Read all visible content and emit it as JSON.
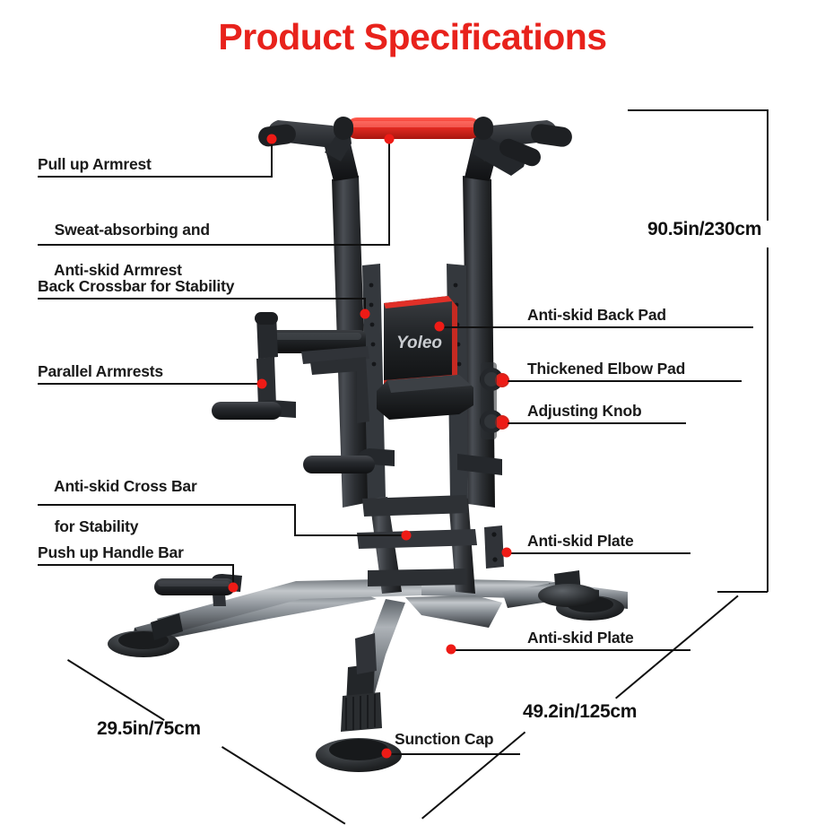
{
  "title": "Product Specifications",
  "brand": "Yoleo",
  "colors": {
    "title_red": "#e8221c",
    "marker_red": "#ee1b16",
    "leader_black": "#111111",
    "frame_dark": "#2b2d31",
    "frame_light": "#8d9196",
    "grip_red": "#e8332c"
  },
  "callouts": {
    "left": [
      {
        "id": "pull-up-armrest",
        "text": "Pull up Armrest"
      },
      {
        "id": "sweat-absorbing",
        "line1": "Sweat-absorbing and",
        "line2": "Anti-skid Armrest"
      },
      {
        "id": "back-crossbar",
        "text": "Back Crossbar for Stability"
      },
      {
        "id": "parallel-armrests",
        "text": "Parallel Armrests"
      },
      {
        "id": "anti-skid-cross-bar",
        "line1": "Anti-skid Cross Bar",
        "line2": "for Stability"
      },
      {
        "id": "push-up-handle-bar",
        "text": "Push up Handle Bar"
      }
    ],
    "right": [
      {
        "id": "anti-skid-back-pad",
        "text": "Anti-skid Back Pad"
      },
      {
        "id": "thickened-elbow-pad",
        "text": "Thickened Elbow Pad"
      },
      {
        "id": "adjusting-knob",
        "text": "Adjusting Knob"
      },
      {
        "id": "anti-skid-plate-upper",
        "text": "Anti-skid Plate"
      },
      {
        "id": "anti-skid-plate-lower",
        "text": "Anti-skid Plate"
      },
      {
        "id": "sunction-cap",
        "text": "Sunction Cap"
      }
    ]
  },
  "dimensions": {
    "height": "90.5in/230cm",
    "depth": "29.5in/75cm",
    "width": "49.2in/125cm"
  }
}
